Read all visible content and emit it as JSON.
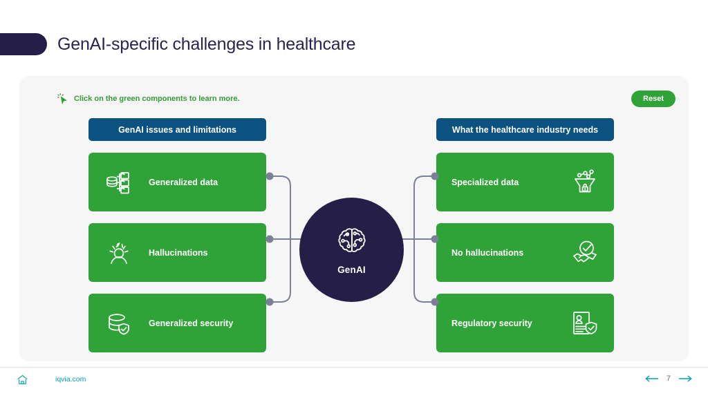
{
  "header": {
    "title": "GenAI-specific challenges in healthcare"
  },
  "panel": {
    "hint": {
      "icon": "click-cursor-icon",
      "text": "Click on the green components to learn more."
    },
    "reset_label": "Reset"
  },
  "columns": {
    "left": {
      "header": "GenAI issues and limitations",
      "cards": [
        {
          "label": "Generalized data",
          "icon": "database-folders-icon"
        },
        {
          "label": "Hallucinations",
          "icon": "confused-person-icon"
        },
        {
          "label": "Generalized security",
          "icon": "database-shield-check-icon"
        }
      ]
    },
    "right": {
      "header": "What the healthcare industry needs",
      "cards": [
        {
          "label": "Specialized data",
          "icon": "funnel-network-lock-icon"
        },
        {
          "label": "No hallucinations",
          "icon": "handshake-check-icon"
        },
        {
          "label": "Regulatory security",
          "icon": "document-person-shield-icon"
        }
      ]
    }
  },
  "hub": {
    "label": "GenAI",
    "icon": "ai-brain-circuit-icon"
  },
  "footer": {
    "home_icon": "home-icon",
    "site_link": "iqvia.com",
    "prev_icon": "arrow-left-icon",
    "next_icon": "arrow-right-icon",
    "page_number": "7"
  },
  "colors": {
    "navy": "#251E46",
    "blue_header": "#0B5280",
    "green": "#2FA338",
    "hint_green": "#349B36",
    "panel_bg": "#F6F6F6",
    "teal": "#00A3AD",
    "connector_gray": "#7B8194"
  }
}
